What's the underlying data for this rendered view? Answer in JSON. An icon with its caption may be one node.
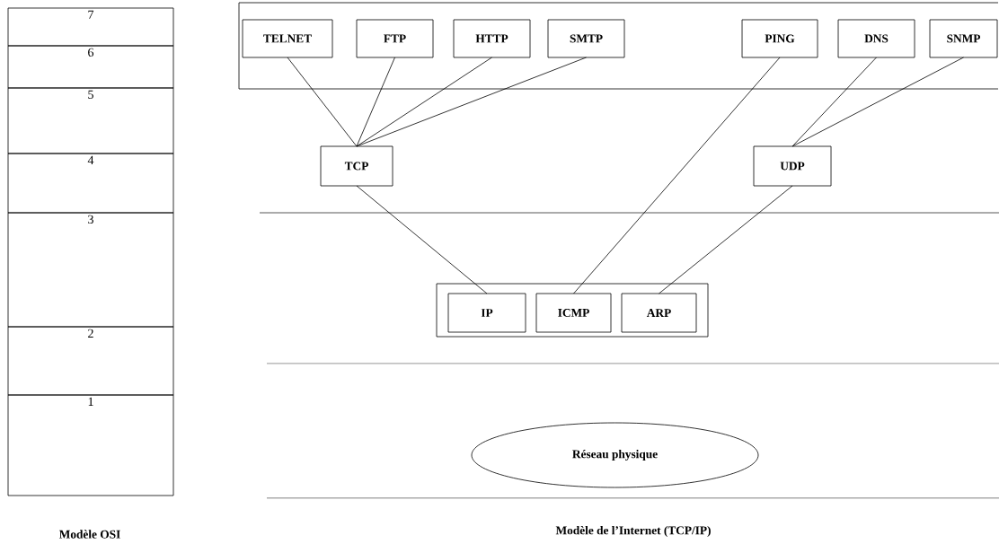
{
  "diagram": {
    "nodes": [
      {
        "text": [
          "7"
        ]
      },
      {
        "text": [
          "6"
        ]
      },
      {
        "text": [
          "5"
        ]
      },
      {
        "text": [
          "4"
        ]
      },
      {
        "text": [
          "3"
        ]
      },
      {
        "text": [
          "2"
        ]
      },
      {
        "text": [
          "1"
        ]
      },
      {
        "text": [],
        "shape": "box"
      },
      {
        "text": [
          "TELNET"
        ],
        "in": 7
      },
      {
        "text": [
          "FTP"
        ],
        "in": 7
      },
      {
        "text": [
          "HTTP"
        ],
        "in": 7
      },
      {
        "text": [
          "SMTP"
        ],
        "in": 7
      },
      {
        "text": [
          "PING"
        ],
        "in": 7
      },
      {
        "text": [
          "DNS"
        ],
        "in": 7
      },
      {
        "text": [
          "SNMP"
        ],
        "in": 7
      },
      {
        "text": [
          "TCP"
        ]
      },
      {
        "text": [
          "UDP"
        ]
      },
      {
        "text": [],
        "shape": "box"
      },
      {
        "text": [
          "IP"
        ],
        "in": 17
      },
      {
        "text": [
          "ICMP"
        ],
        "in": 17
      },
      {
        "text": [
          "ARP"
        ],
        "in": 17
      },
      {
        "text": [
          "Réseau physique"
        ]
      }
    ],
    "edges": [
      {
        "from": 8,
        "to": 15,
        "arrow": "none"
      },
      {
        "from": 9,
        "to": 15,
        "arrow": "none"
      },
      {
        "from": 10,
        "to": 15,
        "arrow": "none"
      },
      {
        "from": 11,
        "to": 15,
        "arrow": "none"
      },
      {
        "from": 12,
        "to": 19,
        "arrow": "none"
      },
      {
        "from": 13,
        "to": 16,
        "arrow": "none"
      },
      {
        "from": 14,
        "to": 16,
        "arrow": "none"
      },
      {
        "from": 15,
        "to": 18,
        "arrow": "none"
      },
      {
        "from": 16,
        "to": 20,
        "arrow": "none"
      }
    ],
    "labels": [
      "Modèle OSI",
      "Modèle de l’Internet (TCP/IP)"
    ]
  }
}
